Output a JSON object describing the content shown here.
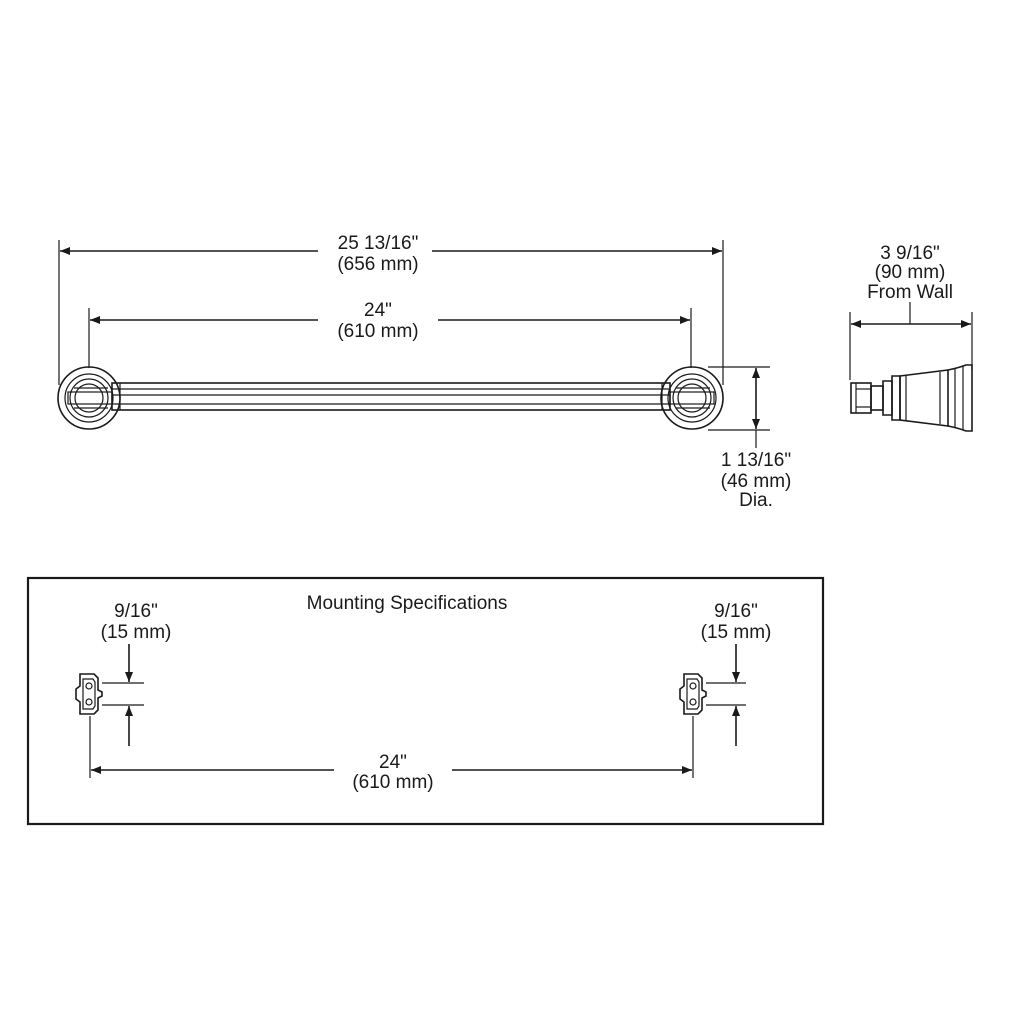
{
  "overall_length": {
    "line1": "25 13/16\"",
    "line2": "(656 mm)"
  },
  "bar_length": {
    "line1": "24\"",
    "line2": "(610 mm)"
  },
  "diameter": {
    "line1": "1 13/16\"",
    "line2": "(46 mm)",
    "line3": "Dia."
  },
  "projection": {
    "line1": "3 9/16\"",
    "line2": "(90 mm)",
    "line3": "From Wall"
  },
  "mounting": {
    "title": "Mounting Specifications",
    "left_offset": {
      "line1": "9/16\"",
      "line2": "(15 mm)"
    },
    "right_offset": {
      "line1": "9/16\"",
      "line2": "(15 mm)"
    },
    "spacing": {
      "line1": "24\"",
      "line2": "(610 mm)"
    }
  }
}
